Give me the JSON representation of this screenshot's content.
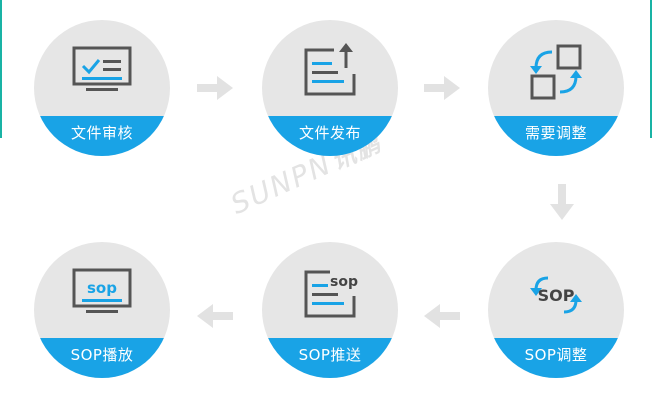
{
  "colors": {
    "accent": "#19a3e6",
    "circle": "#e6e6e6",
    "icon": "#555555",
    "arrow": "#e2e2e2",
    "edge": "#19b3a5"
  },
  "watermark": {
    "latin": "SUNPN",
    "cn": "讯鹏"
  },
  "steps": [
    {
      "label": "文件审核",
      "icon": "monitor-check-icon"
    },
    {
      "label": "文件发布",
      "icon": "document-upload-icon"
    },
    {
      "label": "需要调整",
      "icon": "swap-squares-icon"
    },
    {
      "label": "SOP调整",
      "icon": "sop-refresh-icon",
      "icon_text": "SOP"
    },
    {
      "label": "SOP推送",
      "icon": "sop-document-icon",
      "icon_text": "sop"
    },
    {
      "label": "SOP播放",
      "icon": "sop-monitor-icon",
      "icon_text": "sop"
    }
  ]
}
